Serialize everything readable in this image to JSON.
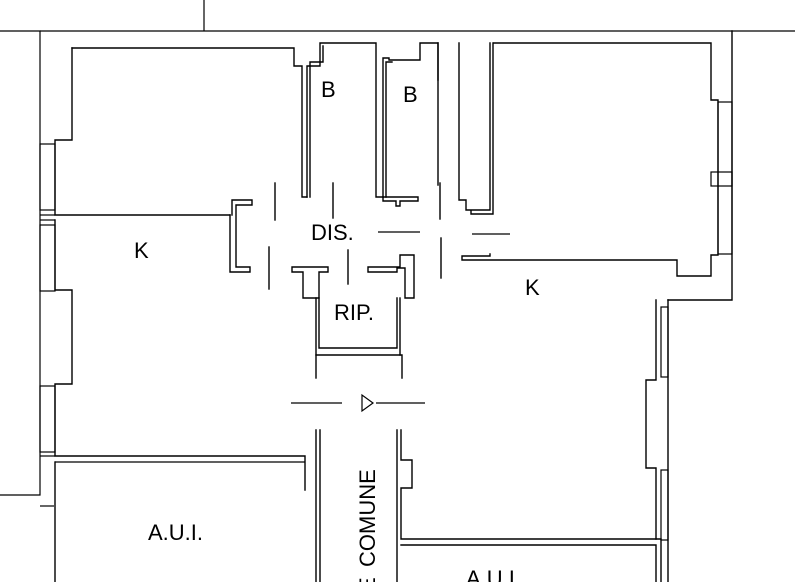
{
  "labels": {
    "bathroom_left": "B",
    "bathroom_right": "B",
    "distribution": "DIS.",
    "kitchen_left": "K",
    "kitchen_right": "K",
    "storage": "RIP.",
    "common_area": "COMUNE",
    "common_area_cut": "E",
    "unit_left": "A.U.I.",
    "unit_right": "A.U.I."
  },
  "colors": {
    "ink": "#000000",
    "paper": "#ffffff"
  },
  "icons": {
    "entrance": "entrance-arrow-icon"
  }
}
